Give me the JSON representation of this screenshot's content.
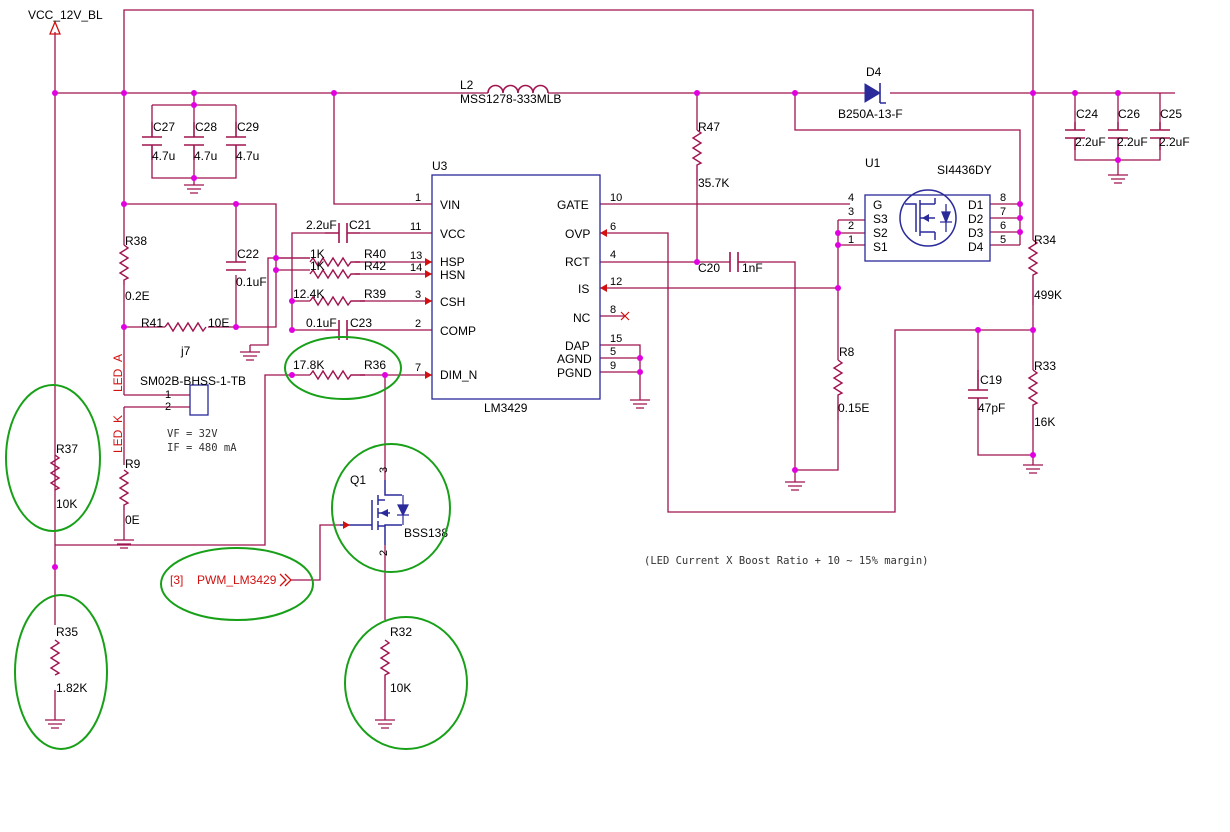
{
  "nets": {
    "vcc": "VCC_12V_BL",
    "pwm": "PWM_LM3429",
    "pwm_ref": "[3]",
    "led_a": "LED_A",
    "led_k": "LED_K"
  },
  "components": {
    "L2": {
      "ref": "L2",
      "value": "MSS1278-333MLB"
    },
    "D4": {
      "ref": "D4",
      "value": "B250A-13-F"
    },
    "U3": {
      "ref": "U3",
      "value": "LM3429"
    },
    "U1": {
      "ref": "U1",
      "value": "SI4436DY"
    },
    "Q1": {
      "ref": "Q1",
      "value": "BSS138"
    },
    "J7": {
      "ref": "j7",
      "value": "SM02B-BHSS-1-TB",
      "note1": "VF = 32V",
      "note2": "IF = 480 mA"
    },
    "C27": {
      "ref": "C27",
      "value": "4.7u"
    },
    "C28": {
      "ref": "C28",
      "value": "4.7u"
    },
    "C29": {
      "ref": "C29",
      "value": "4.7u"
    },
    "C24": {
      "ref": "C24",
      "value": "2.2uF"
    },
    "C26": {
      "ref": "C26",
      "value": "2.2uF"
    },
    "C25": {
      "ref": "C25",
      "value": "2.2uF"
    },
    "C22": {
      "ref": "C22",
      "value": "0.1uF"
    },
    "C21": {
      "ref": "C21",
      "value": "2.2uF"
    },
    "C23": {
      "ref": "C23",
      "value": "0.1uF"
    },
    "C20": {
      "ref": "C20",
      "value": "1nF"
    },
    "C19": {
      "ref": "C19",
      "value": "47pF"
    },
    "R38": {
      "ref": "R38",
      "value": "0.2E"
    },
    "R41": {
      "ref": "R41",
      "value": "10E"
    },
    "R40": {
      "ref": "R40",
      "value": "1K"
    },
    "R42": {
      "ref": "R42",
      "value": "1K"
    },
    "R39": {
      "ref": "R39",
      "value": "12.4K"
    },
    "R36": {
      "ref": "R36",
      "value": "17.8K"
    },
    "R47": {
      "ref": "R47",
      "value": "35.7K"
    },
    "R8": {
      "ref": "R8",
      "value": "0.15E"
    },
    "R34": {
      "ref": "R34",
      "value": "499K"
    },
    "R33": {
      "ref": "R33",
      "value": "16K"
    },
    "R37": {
      "ref": "R37",
      "value": "10K"
    },
    "R35": {
      "ref": "R35",
      "value": "1.82K"
    },
    "R9": {
      "ref": "R9",
      "value": "0E"
    },
    "R32": {
      "ref": "R32",
      "value": "10K"
    }
  },
  "u3_pins_left": [
    {
      "num": "1",
      "name": "VIN"
    },
    {
      "num": "11",
      "name": "VCC"
    },
    {
      "num": "13",
      "name": "HSP"
    },
    {
      "num": "14",
      "name": "HSN"
    },
    {
      "num": "3",
      "name": "CSH"
    },
    {
      "num": "2",
      "name": "COMP"
    },
    {
      "num": "7",
      "name": "DIM_N"
    }
  ],
  "u3_pins_right": [
    {
      "num": "10",
      "name": "GATE"
    },
    {
      "num": "6",
      "name": "OVP"
    },
    {
      "num": "4",
      "name": "RCT"
    },
    {
      "num": "12",
      "name": "IS"
    },
    {
      "num": "8",
      "name": "NC"
    },
    {
      "num": "15",
      "name": "DAP"
    },
    {
      "num": "5",
      "name": "AGND"
    },
    {
      "num": "9",
      "name": "PGND"
    }
  ],
  "u1_pins_left": [
    {
      "num": "4",
      "name": "G"
    },
    {
      "num": "3",
      "name": "S3"
    },
    {
      "num": "2",
      "name": "S2"
    },
    {
      "num": "1",
      "name": "S1"
    }
  ],
  "u1_pins_right": [
    {
      "num": "8",
      "name": "D1"
    },
    {
      "num": "7",
      "name": "D2"
    },
    {
      "num": "6",
      "name": "D3"
    },
    {
      "num": "5",
      "name": "D4"
    }
  ],
  "q1_pins": {
    "drain": "3",
    "source": "2"
  },
  "j7_pins": {
    "p1": "1",
    "p2": "2"
  },
  "note": "(LED Current  X Boost Ratio + 10 ~ 15% margin)",
  "colors": {
    "wire": "#a0134f",
    "junction": "#e000e0",
    "text": "#000000",
    "net_label": "#d21010",
    "highlight": "#18a018",
    "symbol": "#2a2a9a"
  }
}
